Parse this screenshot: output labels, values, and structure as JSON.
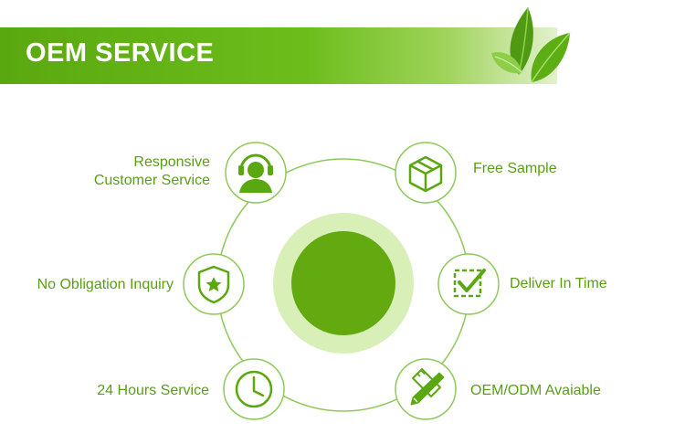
{
  "banner": {
    "title": "OEM SERVICE"
  },
  "colors": {
    "accent": "#66b51a",
    "label": "#5a9e14",
    "ring": "#8ec95a",
    "center_fill": "#62aa10",
    "center_halo": "#d8f0b8"
  },
  "features": [
    {
      "label_line1": "Responsive",
      "label_line2": "Customer Service",
      "icon": "customer-service-icon"
    },
    {
      "label": "Free Sample",
      "icon": "box-icon"
    },
    {
      "label": "No Obligation Inquiry",
      "icon": "shield-star-icon"
    },
    {
      "label": "Deliver In Time",
      "icon": "checkbox-icon"
    },
    {
      "label": "24 Hours Service",
      "icon": "clock-icon"
    },
    {
      "label": "OEM/ODM Avaiable",
      "icon": "pencil-ruler-icon"
    }
  ]
}
